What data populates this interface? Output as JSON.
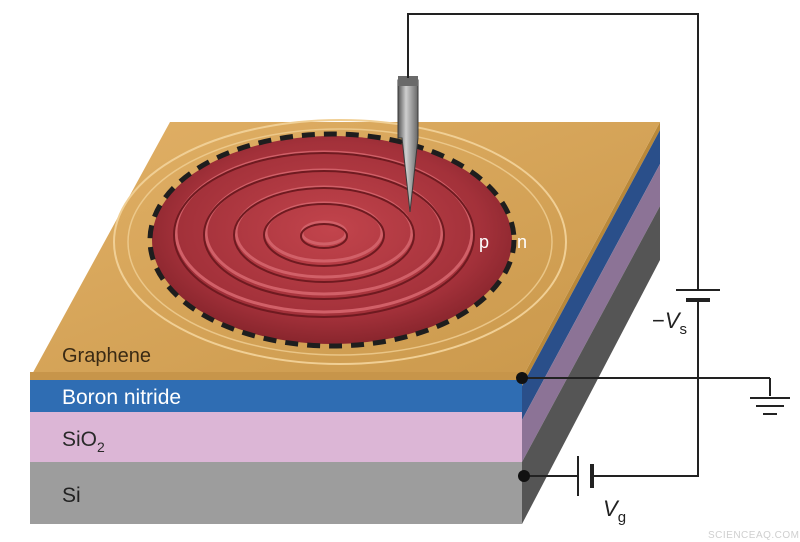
{
  "layers": {
    "graphene": "Graphene",
    "boron_nitride": "Boron nitride",
    "sio2_base": "SiO",
    "sio2_sub": "2",
    "si": "Si"
  },
  "junction": {
    "p": "p",
    "n": "n"
  },
  "circuit": {
    "source_sign": "−",
    "source_symbol": "V",
    "source_sub": "s",
    "gate_symbol": "V",
    "gate_sub": "g"
  },
  "watermark": "SCIENCEAQ.COM",
  "colors": {
    "graphene": "#d9a65a",
    "boron_nitride": "#2f6db3",
    "sio2": "#dcb6d6",
    "si": "#9d9d9d",
    "p_region": "#a3313a",
    "wire": "#222222"
  }
}
